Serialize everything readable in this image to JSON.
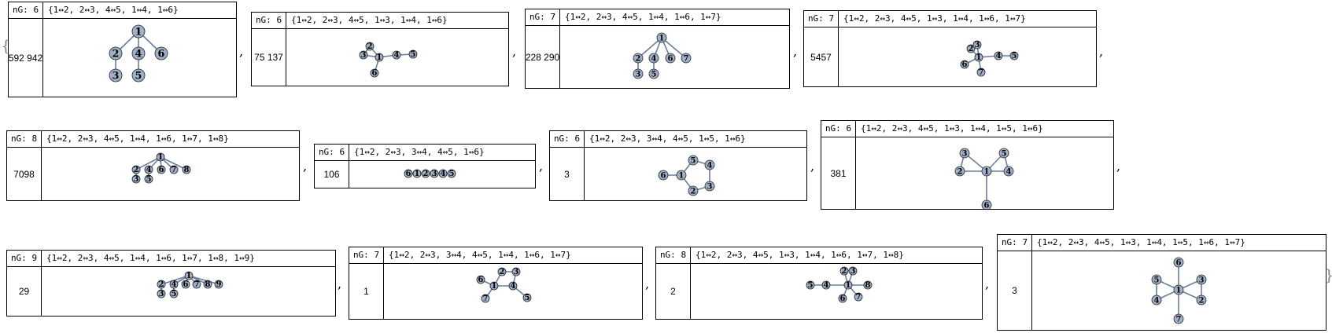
{
  "ng_label": "nG:",
  "separator": ",",
  "open_brace": "{",
  "close_brace": "}",
  "items": [
    {
      "n": "6",
      "edges": "{1↔2, 2↔3, 4↔5, 1↔4, 1↔6}",
      "count": "592 942",
      "labels": [
        "1",
        "2",
        "3",
        "4",
        "5",
        "6"
      ]
    },
    {
      "n": "6",
      "edges": "{1↔2, 2↔3, 4↔5, 1↔3, 1↔4, 1↔6}",
      "count": "75 137",
      "labels": [
        "1",
        "2",
        "3",
        "4",
        "5",
        "6"
      ]
    },
    {
      "n": "7",
      "edges": "{1↔2, 2↔3, 4↔5, 1↔4, 1↔6, 1↔7}",
      "count": "228 290",
      "labels": [
        "1",
        "2",
        "3",
        "4",
        "5",
        "6",
        "7"
      ]
    },
    {
      "n": "7",
      "edges": "{1↔2, 2↔3, 4↔5, 1↔3, 1↔4, 1↔6, 1↔7}",
      "count": "5457",
      "labels": [
        "1",
        "2",
        "3",
        "4",
        "5",
        "6",
        "7"
      ]
    },
    {
      "n": "8",
      "edges": "{1↔2, 2↔3, 4↔5, 1↔4, 1↔6, 1↔7, 1↔8}",
      "count": "7098",
      "labels": [
        "1",
        "2",
        "3",
        "4",
        "5",
        "6",
        "7",
        "8"
      ]
    },
    {
      "n": "6",
      "edges": "{1↔2, 2↔3, 3↔4, 4↔5, 1↔6}",
      "count": "106",
      "labels": [
        "1",
        "2",
        "3",
        "4",
        "5",
        "6"
      ]
    },
    {
      "n": "6",
      "edges": "{1↔2, 2↔3, 3↔4, 4↔5, 1↔5, 1↔6}",
      "count": "3",
      "labels": [
        "1",
        "2",
        "3",
        "4",
        "5",
        "6"
      ]
    },
    {
      "n": "6",
      "edges": "{1↔2, 2↔3, 4↔5, 1↔3, 1↔4, 1↔5, 1↔6}",
      "count": "381",
      "labels": [
        "1",
        "2",
        "3",
        "4",
        "5",
        "6"
      ]
    },
    {
      "n": "9",
      "edges": "{1↔2, 2↔3, 4↔5, 1↔4, 1↔6, 1↔7, 1↔8, 1↔9}",
      "count": "29",
      "labels": [
        "1",
        "2",
        "3",
        "4",
        "5",
        "6",
        "7",
        "8",
        "9"
      ]
    },
    {
      "n": "7",
      "edges": "{1↔2, 2↔3, 3↔4, 4↔5, 1↔4, 1↔6, 1↔7}",
      "count": "1",
      "labels": [
        "1",
        "2",
        "3",
        "4",
        "5",
        "6",
        "7"
      ]
    },
    {
      "n": "8",
      "edges": "{1↔2, 2↔3, 4↔5, 1↔3, 1↔4, 1↔6, 1↔7, 1↔8}",
      "count": "2",
      "labels": [
        "1",
        "2",
        "3",
        "4",
        "5",
        "6",
        "7",
        "8"
      ]
    },
    {
      "n": "7",
      "edges": "{1↔2, 2↔3, 4↔5, 1↔3, 1↔4, 1↔5, 1↔6, 1↔7}",
      "count": "3",
      "labels": [
        "1",
        "2",
        "3",
        "4",
        "5",
        "6",
        "7"
      ]
    }
  ],
  "colors": {
    "node_fill": "#9fb0c8",
    "edge": "#6c7f99",
    "border": "#000000"
  }
}
